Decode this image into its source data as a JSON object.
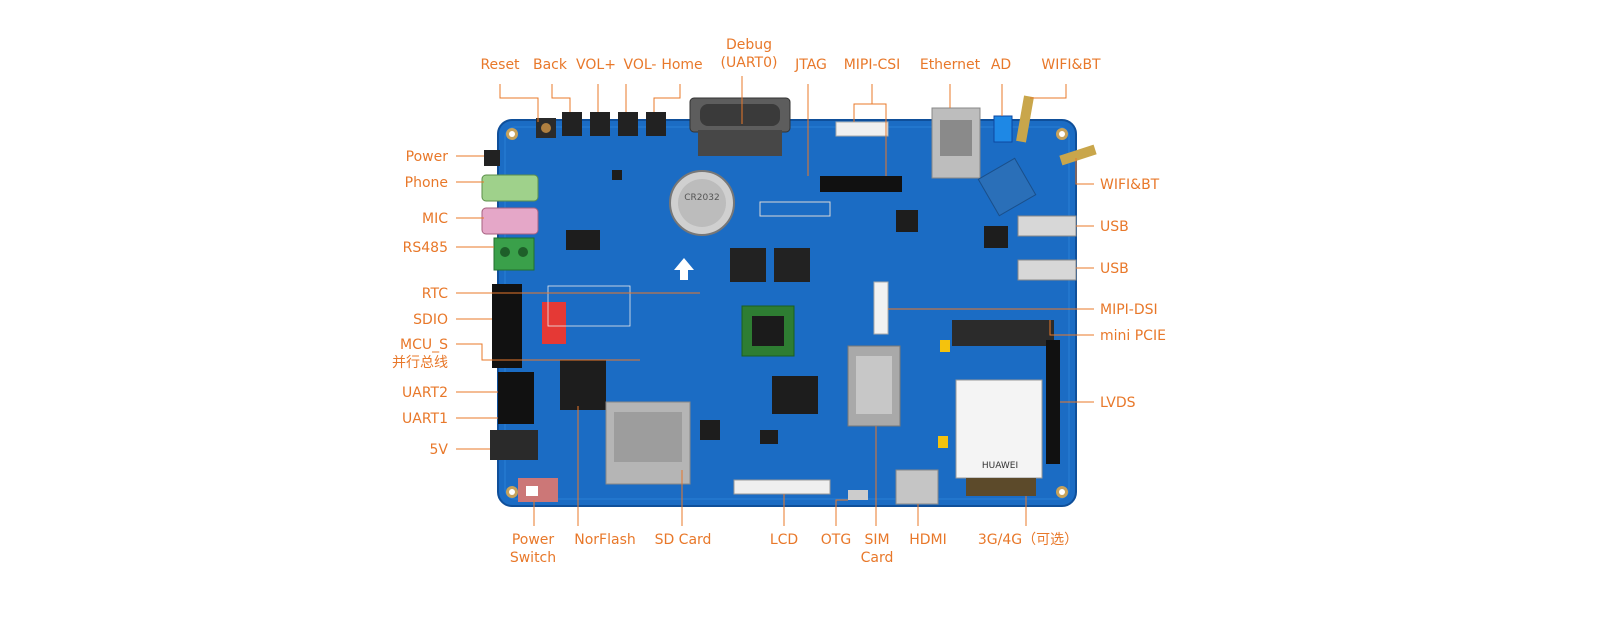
{
  "colors": {
    "label": "#e8782a",
    "board": "#1b6cc4",
    "board_dark": "#0f4f9a",
    "leader": "#e8782a"
  },
  "labels": {
    "top": {
      "reset": "Reset",
      "back": "Back",
      "vol_plus": "VOL+",
      "vol_minus": "VOL-",
      "home": "Home",
      "debug_line1": "Debug",
      "debug_line2": "(UART0)",
      "jtag": "JTAG",
      "mipi_csi": "MIPI-CSI",
      "ethernet": "Ethernet",
      "ad": "AD",
      "wifi_bt_top": "WIFI&BT"
    },
    "left": {
      "power": "Power",
      "phone": "Phone",
      "mic": "MIC",
      "rs485": "RS485",
      "rtc": "RTC",
      "sdio": "SDIO",
      "mcu_s_line1": "MCU_S",
      "mcu_s_line2": "并行总线",
      "uart2": "UART2",
      "uart1": "UART1",
      "v5": "5V"
    },
    "right": {
      "wifi_bt": "WIFI&BT",
      "usb1": "USB",
      "usb2": "USB",
      "mipi_dsi": "MIPI-DSI",
      "mini_pcie": "mini PCIE",
      "lvds": "LVDS"
    },
    "bottom": {
      "power_switch_line1": "Power",
      "power_switch_line2": "Switch",
      "norflash": "NorFlash",
      "sd_card": "SD Card",
      "lcd": "LCD",
      "otg": "OTG",
      "sim_card_line1": "SIM",
      "sim_card_line2": "Card",
      "hdmi": "HDMI",
      "module_3g4g": "3G/4G（可选）"
    },
    "board_print": {
      "battery": "CR2032",
      "module_brand": "HUAWEI"
    }
  }
}
